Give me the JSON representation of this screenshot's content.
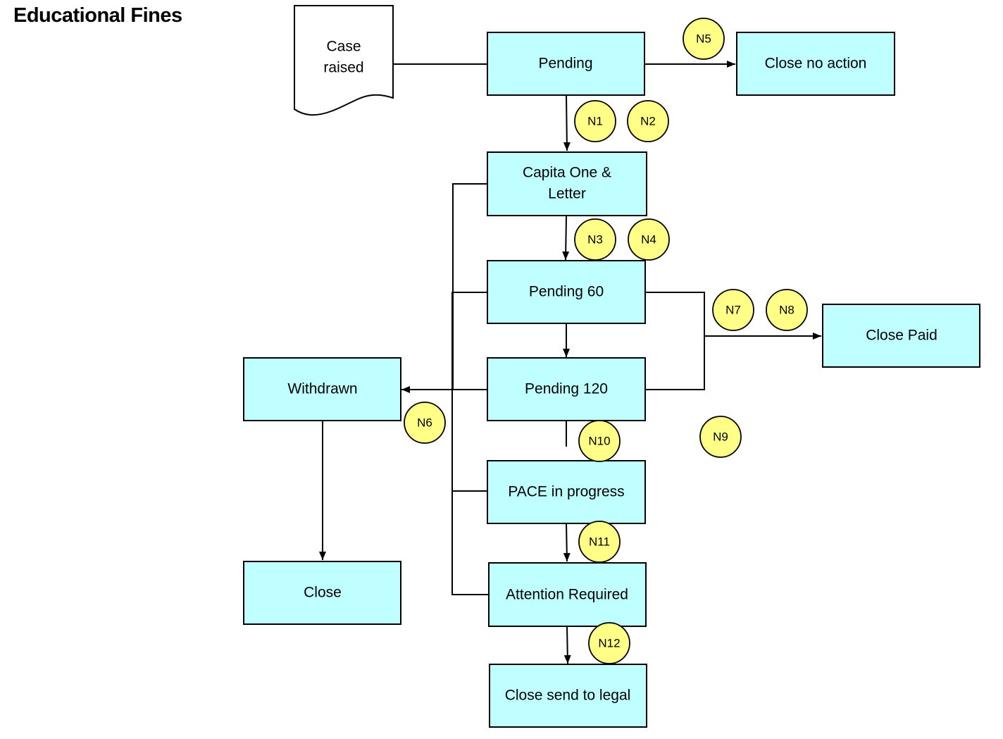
{
  "title": "Educational Fines",
  "colors": {
    "state_fill": "#c0ffff",
    "note_fill": "#ffff88",
    "stroke": "#000000"
  },
  "start": {
    "id": "case_raised",
    "lines": [
      "Case",
      "raised"
    ],
    "shape": "document"
  },
  "states": [
    {
      "id": "pending",
      "lines": [
        "Pending"
      ]
    },
    {
      "id": "close_no_action",
      "lines": [
        "Close no action"
      ]
    },
    {
      "id": "capita_one_letter",
      "lines": [
        "Capita One &",
        "Letter"
      ]
    },
    {
      "id": "pending_60",
      "lines": [
        "Pending 60"
      ]
    },
    {
      "id": "close_paid",
      "lines": [
        "Close Paid"
      ]
    },
    {
      "id": "pending_120",
      "lines": [
        "Pending 120"
      ]
    },
    {
      "id": "withdrawn",
      "lines": [
        "Withdrawn"
      ]
    },
    {
      "id": "pace_in_progress",
      "lines": [
        "PACE in progress"
      ]
    },
    {
      "id": "close",
      "lines": [
        "Close"
      ]
    },
    {
      "id": "attention_required",
      "lines": [
        "Attention Required"
      ]
    },
    {
      "id": "close_send_to_legal",
      "lines": [
        "Close send to legal"
      ]
    }
  ],
  "notes": [
    "N1",
    "N2",
    "N3",
    "N4",
    "N5",
    "N6",
    "N7",
    "N8",
    "N9",
    "N10",
    "N11",
    "N12"
  ],
  "transitions": [
    {
      "from": "case_raised",
      "to": "pending"
    },
    {
      "from": "pending",
      "to": "close_no_action",
      "notes": [
        "N5"
      ]
    },
    {
      "from": "pending",
      "to": "capita_one_letter",
      "notes": [
        "N1",
        "N2"
      ]
    },
    {
      "from": "capita_one_letter",
      "to": "pending_60",
      "notes": [
        "N3",
        "N4"
      ]
    },
    {
      "from": "pending_60",
      "to": "pending_120"
    },
    {
      "from": "pending_60",
      "to": "close_paid",
      "notes": [
        "N7",
        "N8"
      ]
    },
    {
      "from": "pending_120",
      "to": "close_paid",
      "notes": [
        "N7",
        "N8"
      ]
    },
    {
      "from": "capita_one_letter",
      "to": "withdrawn",
      "notes": [
        "N6"
      ]
    },
    {
      "from": "pending_60",
      "to": "withdrawn",
      "notes": [
        "N6"
      ]
    },
    {
      "from": "pending_120",
      "to": "withdrawn",
      "notes": [
        "N6"
      ]
    },
    {
      "from": "pace_in_progress",
      "to": "withdrawn",
      "notes": [
        "N6"
      ]
    },
    {
      "from": "attention_required",
      "to": "withdrawn",
      "notes": [
        "N6"
      ]
    },
    {
      "from": "pending_120",
      "to": "pace_in_progress",
      "notes": [
        "N10"
      ]
    },
    {
      "from": "pace_in_progress",
      "to": "attention_required",
      "notes": [
        "N11"
      ]
    },
    {
      "from": "attention_required",
      "to": "close_send_to_legal",
      "notes": [
        "N12"
      ]
    },
    {
      "from": "withdrawn",
      "to": "close"
    }
  ],
  "unattached_notes": [
    "N9"
  ]
}
